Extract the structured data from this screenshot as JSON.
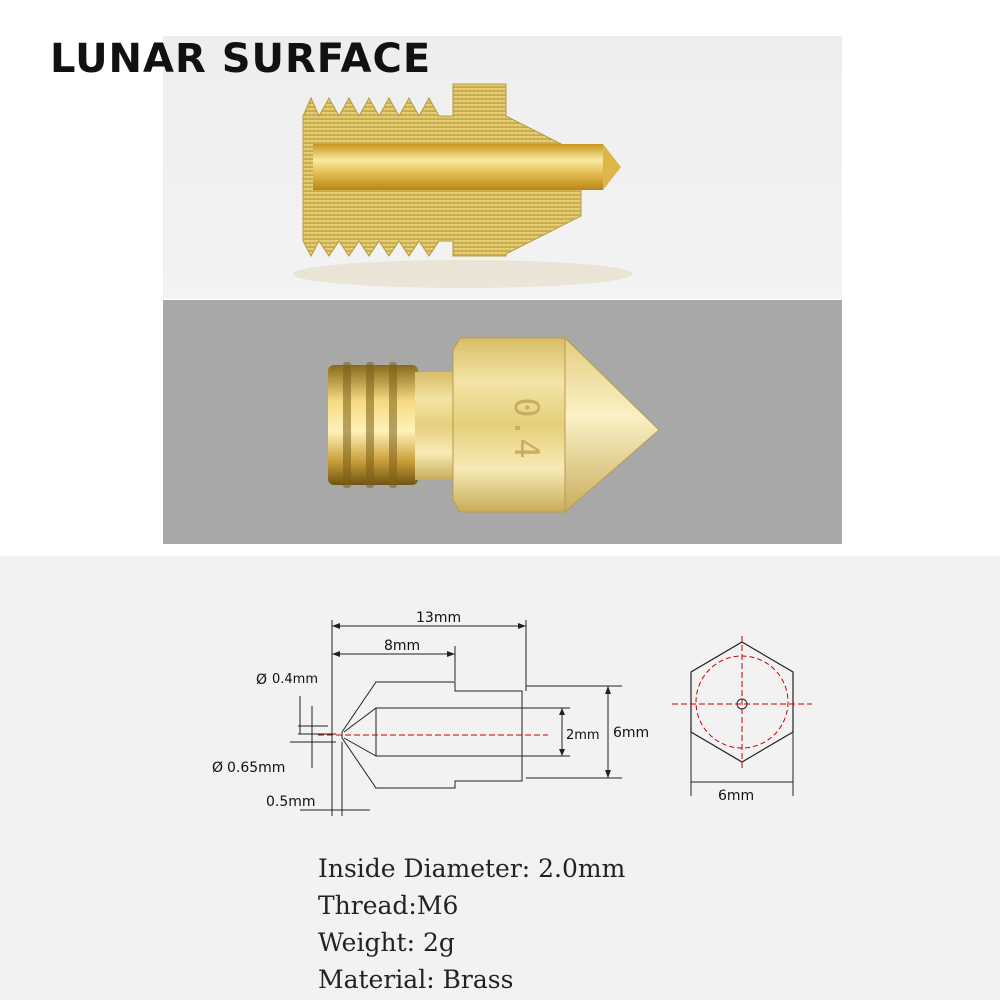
{
  "brand": {
    "name": "LUNAR SURFACE"
  },
  "nozzle_photo": {
    "size_marking": "0.4"
  },
  "diagram": {
    "length_total": "13mm",
    "length_thread": "8mm",
    "orifice_diameter": "0.4mm",
    "orifice_outer_diameter": "0.65mm",
    "tip_length": "0.5mm",
    "bore_diameter": "2mm",
    "body_height": "6mm",
    "hex_width": "6mm",
    "diameter_symbol": "Ø"
  },
  "specs": [
    {
      "label": "Inside Diameter:",
      "value": "2.0mm",
      "text": "Inside Diameter: 2.0mm"
    },
    {
      "label": "Thread:",
      "value": "M6",
      "text": "Thread:M6"
    },
    {
      "label": "Weight:",
      "value": "2g",
      "text": "Weight: 2g"
    },
    {
      "label": "Material:",
      "value": "Brass",
      "text": "Material: Brass"
    }
  ],
  "colors": {
    "brass": "#d8b84a",
    "brass_light": "#f2dc8a",
    "brass_dark": "#a8862a",
    "centerline": "#cc0000",
    "photo_bottom_bg": "#a8a8a8",
    "diagram_bg": "#f2f2f2"
  }
}
